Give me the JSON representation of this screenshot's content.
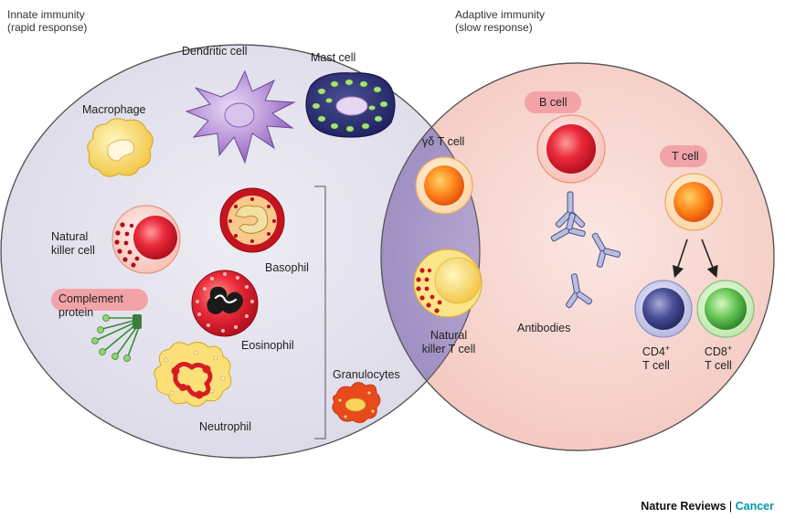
{
  "headers": {
    "innate_title": "Innate immunity",
    "innate_sub": "(rapid response)",
    "adaptive_title": "Adaptive immunity",
    "adaptive_sub": "(slow response)"
  },
  "innate_cells": {
    "dendritic": "Dendritic cell",
    "mast": "Mast cell",
    "macrophage": "Macrophage",
    "nk_line1": "Natural",
    "nk_line2": "killer cell",
    "basophil": "Basophil",
    "eosinophil": "Eosinophil",
    "neutrophil": "Neutrophil",
    "complement_line1": "Complement",
    "complement_line2": "protein",
    "granulocytes": "Granulocytes"
  },
  "overlap_cells": {
    "gd_t": "γδ T cell",
    "nkt_line1": "Natural",
    "nkt_line2": "killer T cell"
  },
  "adaptive_cells": {
    "b_cell": "B cell",
    "t_cell": "T cell",
    "antibodies": "Antibodies",
    "cd4_label": "CD4",
    "cd4_sup": "+",
    "cd4_line2": "T cell",
    "cd8_label": "CD8",
    "cd8_sup": "+",
    "cd8_line2": "T cell"
  },
  "footer": {
    "journal": "Nature Reviews",
    "separator": " | ",
    "section": "Cancer"
  },
  "colors": {
    "innate_fill": "#e4e2ee",
    "adaptive_fill": "#f7d5cf",
    "overlap_fill": "#a596c4",
    "highlight_pill": "#f2a3a8",
    "footer_accent": "#0098a8"
  }
}
